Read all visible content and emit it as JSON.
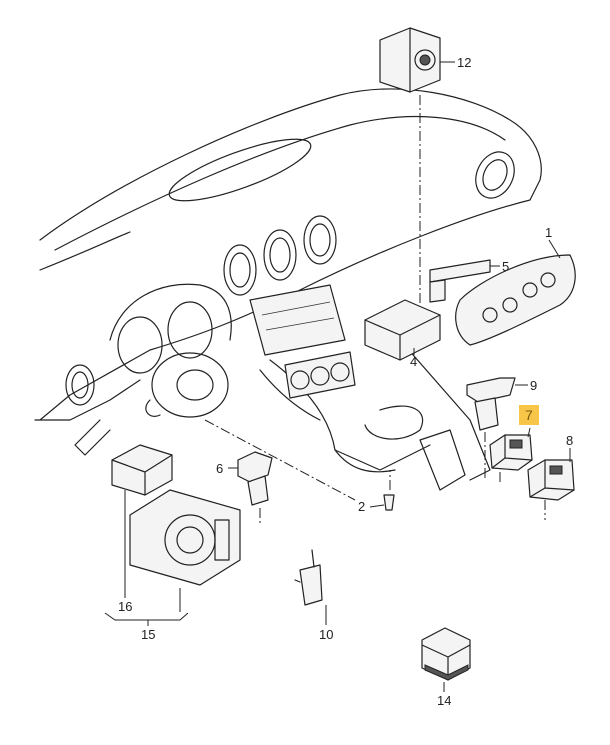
{
  "callouts": {
    "c1": "1",
    "c2": "2",
    "c4": "4",
    "c5": "5",
    "c6": "6",
    "c7": "7",
    "c8": "8",
    "c9": "9",
    "c10": "10",
    "c12": "12",
    "c14": "14",
    "c15": "15",
    "c16": "16"
  },
  "highlight": {
    "part": "7",
    "color": "#f7c548"
  }
}
